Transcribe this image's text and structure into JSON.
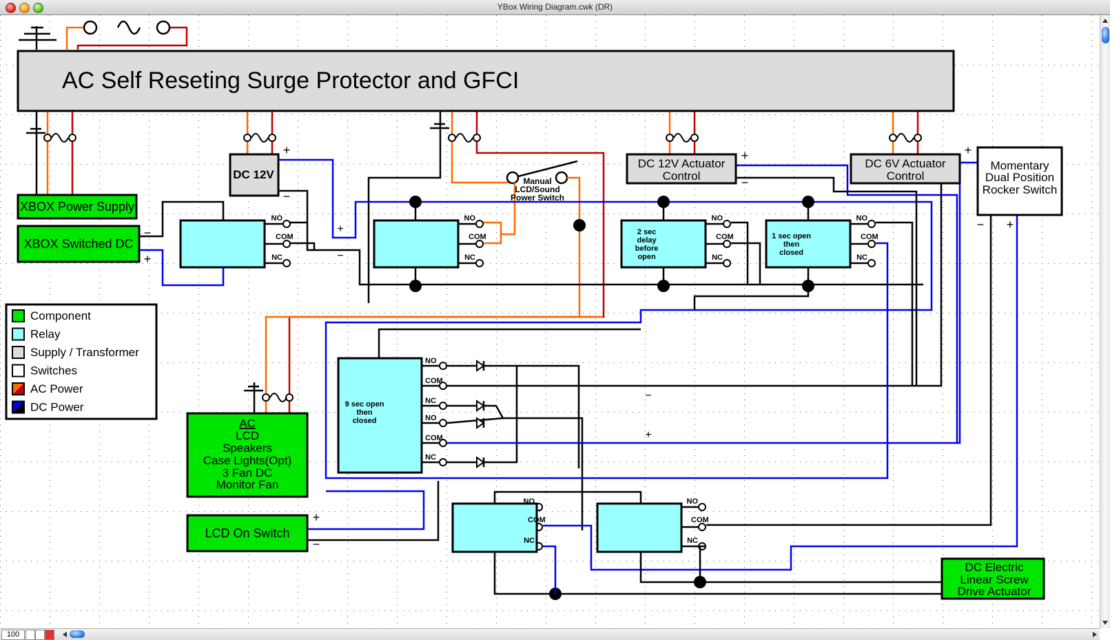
{
  "window": {
    "title": "YBox Wiring Diagram.cwk (DR)",
    "zoom_level": "100"
  },
  "colors": {
    "component": "#00e600",
    "relay": "#99ffff",
    "supply": "#dcdcdc",
    "switch": "#ffffff",
    "ac_hot": "#ff6a00",
    "ac_neutral": "#c00000",
    "dc_positive": "#0000ee",
    "dc_negative": "#000000"
  },
  "diagram": {
    "surge_protector": {
      "label": "AC Self Reseting Surge Protector and GFCI"
    },
    "dc12v": {
      "label": "DC 12V",
      "plus": "+",
      "minus": "−"
    },
    "xbox_power_supply": {
      "label": "XBOX Power Supply"
    },
    "xbox_switched_dc": {
      "label": "XBOX Switched DC",
      "plus": "+",
      "minus": "−"
    },
    "dc12v_actuator_control": {
      "line1": "DC 12V Actuator",
      "line2": "Control",
      "plus": "+",
      "minus": "−"
    },
    "dc6v_actuator_control": {
      "line1": "DC 6V Actuator",
      "line2": "Control",
      "plus": "+",
      "minus": "−"
    },
    "rocker_switch": {
      "line1": "Momentary",
      "line2": "Dual Position",
      "line3": "Rocker Switch",
      "plus": "+",
      "minus": "−"
    },
    "manual_switch": {
      "line1": "Manual",
      "line2": "LCD/Sound",
      "line3": "Power Switch"
    },
    "ac_loads": {
      "line1": "AC",
      "line2": "LCD",
      "line3": "Speakers",
      "line4": "Case Lights(Opt)",
      "line5": "3 Fan DC",
      "line6": "Monitor Fan"
    },
    "lcd_on_switch": {
      "label": "LCD On Switch",
      "plus": "+",
      "minus": "−"
    },
    "linear_actuator": {
      "line1": "DC Electric",
      "line2": "Linear Screw",
      "line3": "Drive Actuator"
    },
    "relay_pins": {
      "no": "NO",
      "com": "COM",
      "nc": "NC"
    },
    "relays": [
      {
        "id": "relay-1",
        "label": []
      },
      {
        "id": "relay-2",
        "label": []
      },
      {
        "id": "relay-3",
        "label": [
          "2 sec",
          "delay",
          "before",
          "open"
        ]
      },
      {
        "id": "relay-4",
        "label": [
          "1 sec open",
          "then",
          "closed"
        ]
      },
      {
        "id": "relay-5",
        "label": [
          "9 sec open",
          "then",
          "closed"
        ]
      },
      {
        "id": "relay-6",
        "label": []
      },
      {
        "id": "relay-7",
        "label": []
      }
    ],
    "bus_labels": {
      "minus": "−",
      "plus": "+"
    }
  },
  "legend": {
    "items": [
      {
        "label": "Component",
        "swatch": "component"
      },
      {
        "label": "Relay",
        "swatch": "relay"
      },
      {
        "label": "Supply / Transformer",
        "swatch": "supply"
      },
      {
        "label": "Switches",
        "swatch": "switch"
      },
      {
        "label": "AC Power",
        "swatch": "ac"
      },
      {
        "label": "DC Power",
        "swatch": "dc"
      }
    ]
  }
}
